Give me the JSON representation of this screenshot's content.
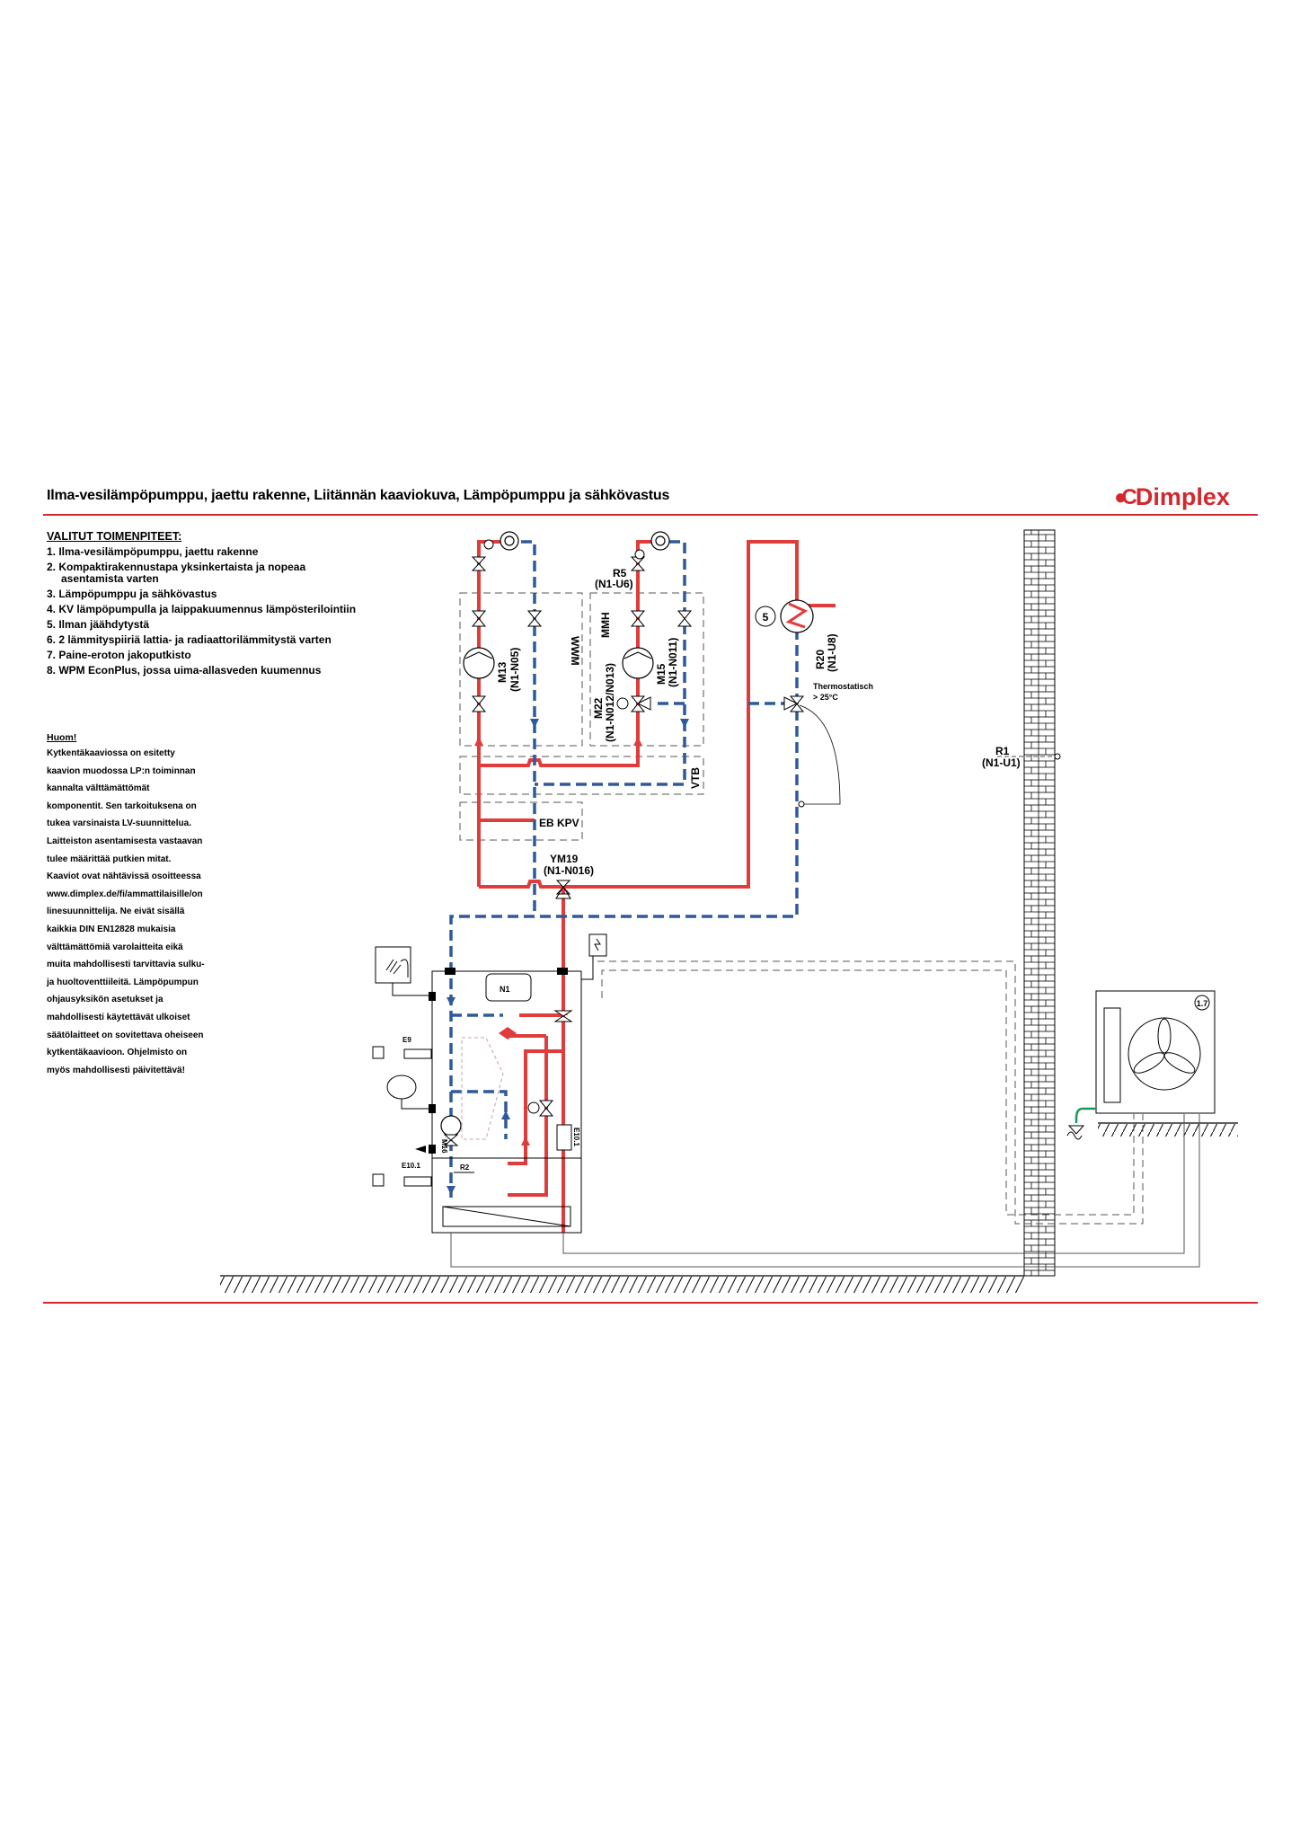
{
  "header": {
    "title": "Ilma-vesilämpöpumppu, jaettu rakenne, Liitännän kaaviokuva, Lämpöpumppu ja sähkövastus",
    "logo_text": "Dimplex",
    "brand_color": "#d3282e"
  },
  "measures": {
    "heading": "VALITUT TOIMENPITEET:",
    "items": [
      "1. Ilma-vesilämpöpumppu, jaettu rakenne",
      "2. Kompaktirakennustapa yksinkertaista ja nopeaa asentamista varten",
      "3. Lämpöpumppu ja sähkövastus",
      "4. KV lämpöpumpulla ja laippakuumennus lämpösterilointiin",
      "5. Ilman jäähdytystä",
      "6. 2 lämmityspiiriä lattia- ja radiaattorilämmitystä varten",
      "7. Paine-eroton jakoputkisto",
      "8. WPM EconPlus, jossa uima-allasveden kuumennus"
    ]
  },
  "note": {
    "heading": "Huom!",
    "lines": [
      "Kytkentäkaaviossa on esitetty",
      "kaavion muodossa LP:n toiminnan",
      "kannalta välttämättömät",
      "komponentit. Sen tarkoituksena on",
      "tukea varsinaista LV-suunnittelua.",
      "Laitteiston asentamisesta vastaavan",
      "tulee määrittää putkien mitat.",
      "Kaaviot ovat nähtävissä osoitteessa",
      "www.dimplex.de/fi/ammattilaisille/on",
      "linesuunnittelija. Ne eivät sisällä",
      "kaikkia DIN EN12828 mukaisia",
      "välttämättömiä varolaitteita eikä",
      "muita mahdollisesti tarvittavia sulku-",
      "ja huoltoventtiileitä. Lämpöpumpun",
      "ohjausyksikön asetukset ja",
      "mahdollisesti käytettävät ulkoiset",
      "säätölaitteet on sovitettava oheiseen",
      "kytkentäkaavioon. Ohjelmisto on",
      "myös mahdollisesti päivitettävä!"
    ]
  },
  "diagram": {
    "colors": {
      "supply": "#e03c3c",
      "return": "#2f5a9a",
      "line": "#000000",
      "condensate": "#1a9a5a"
    },
    "labels": {
      "m13": "M13",
      "m13_ref": "(N1-N05)",
      "wwm": "WWM",
      "mmh": "MMH",
      "r5": "R5",
      "r5_ref": "(N1-U6)",
      "m22": "M22",
      "m22_ref": "(N1-N012/N013)",
      "m15": "M15",
      "m15_ref": "(N1-N011)",
      "vtb": "VTB",
      "eb_kpv": "EB KPV",
      "ym19": "YM19",
      "ym19_ref": "(N1-N016)",
      "pool_num": "5",
      "r20": "R20",
      "r20_ref": "(N1-U8)",
      "thermo": "Thermostatisch",
      "thermo_temp": "> 25°C",
      "r1": "R1",
      "r1_ref": "(N1-U1)",
      "outdoor_num": "1.7",
      "n1": "N1",
      "e9": "E9",
      "m16": "M16",
      "e101": "E10.1",
      "r2": "R2",
      "e101_inner": "E10.1"
    }
  }
}
